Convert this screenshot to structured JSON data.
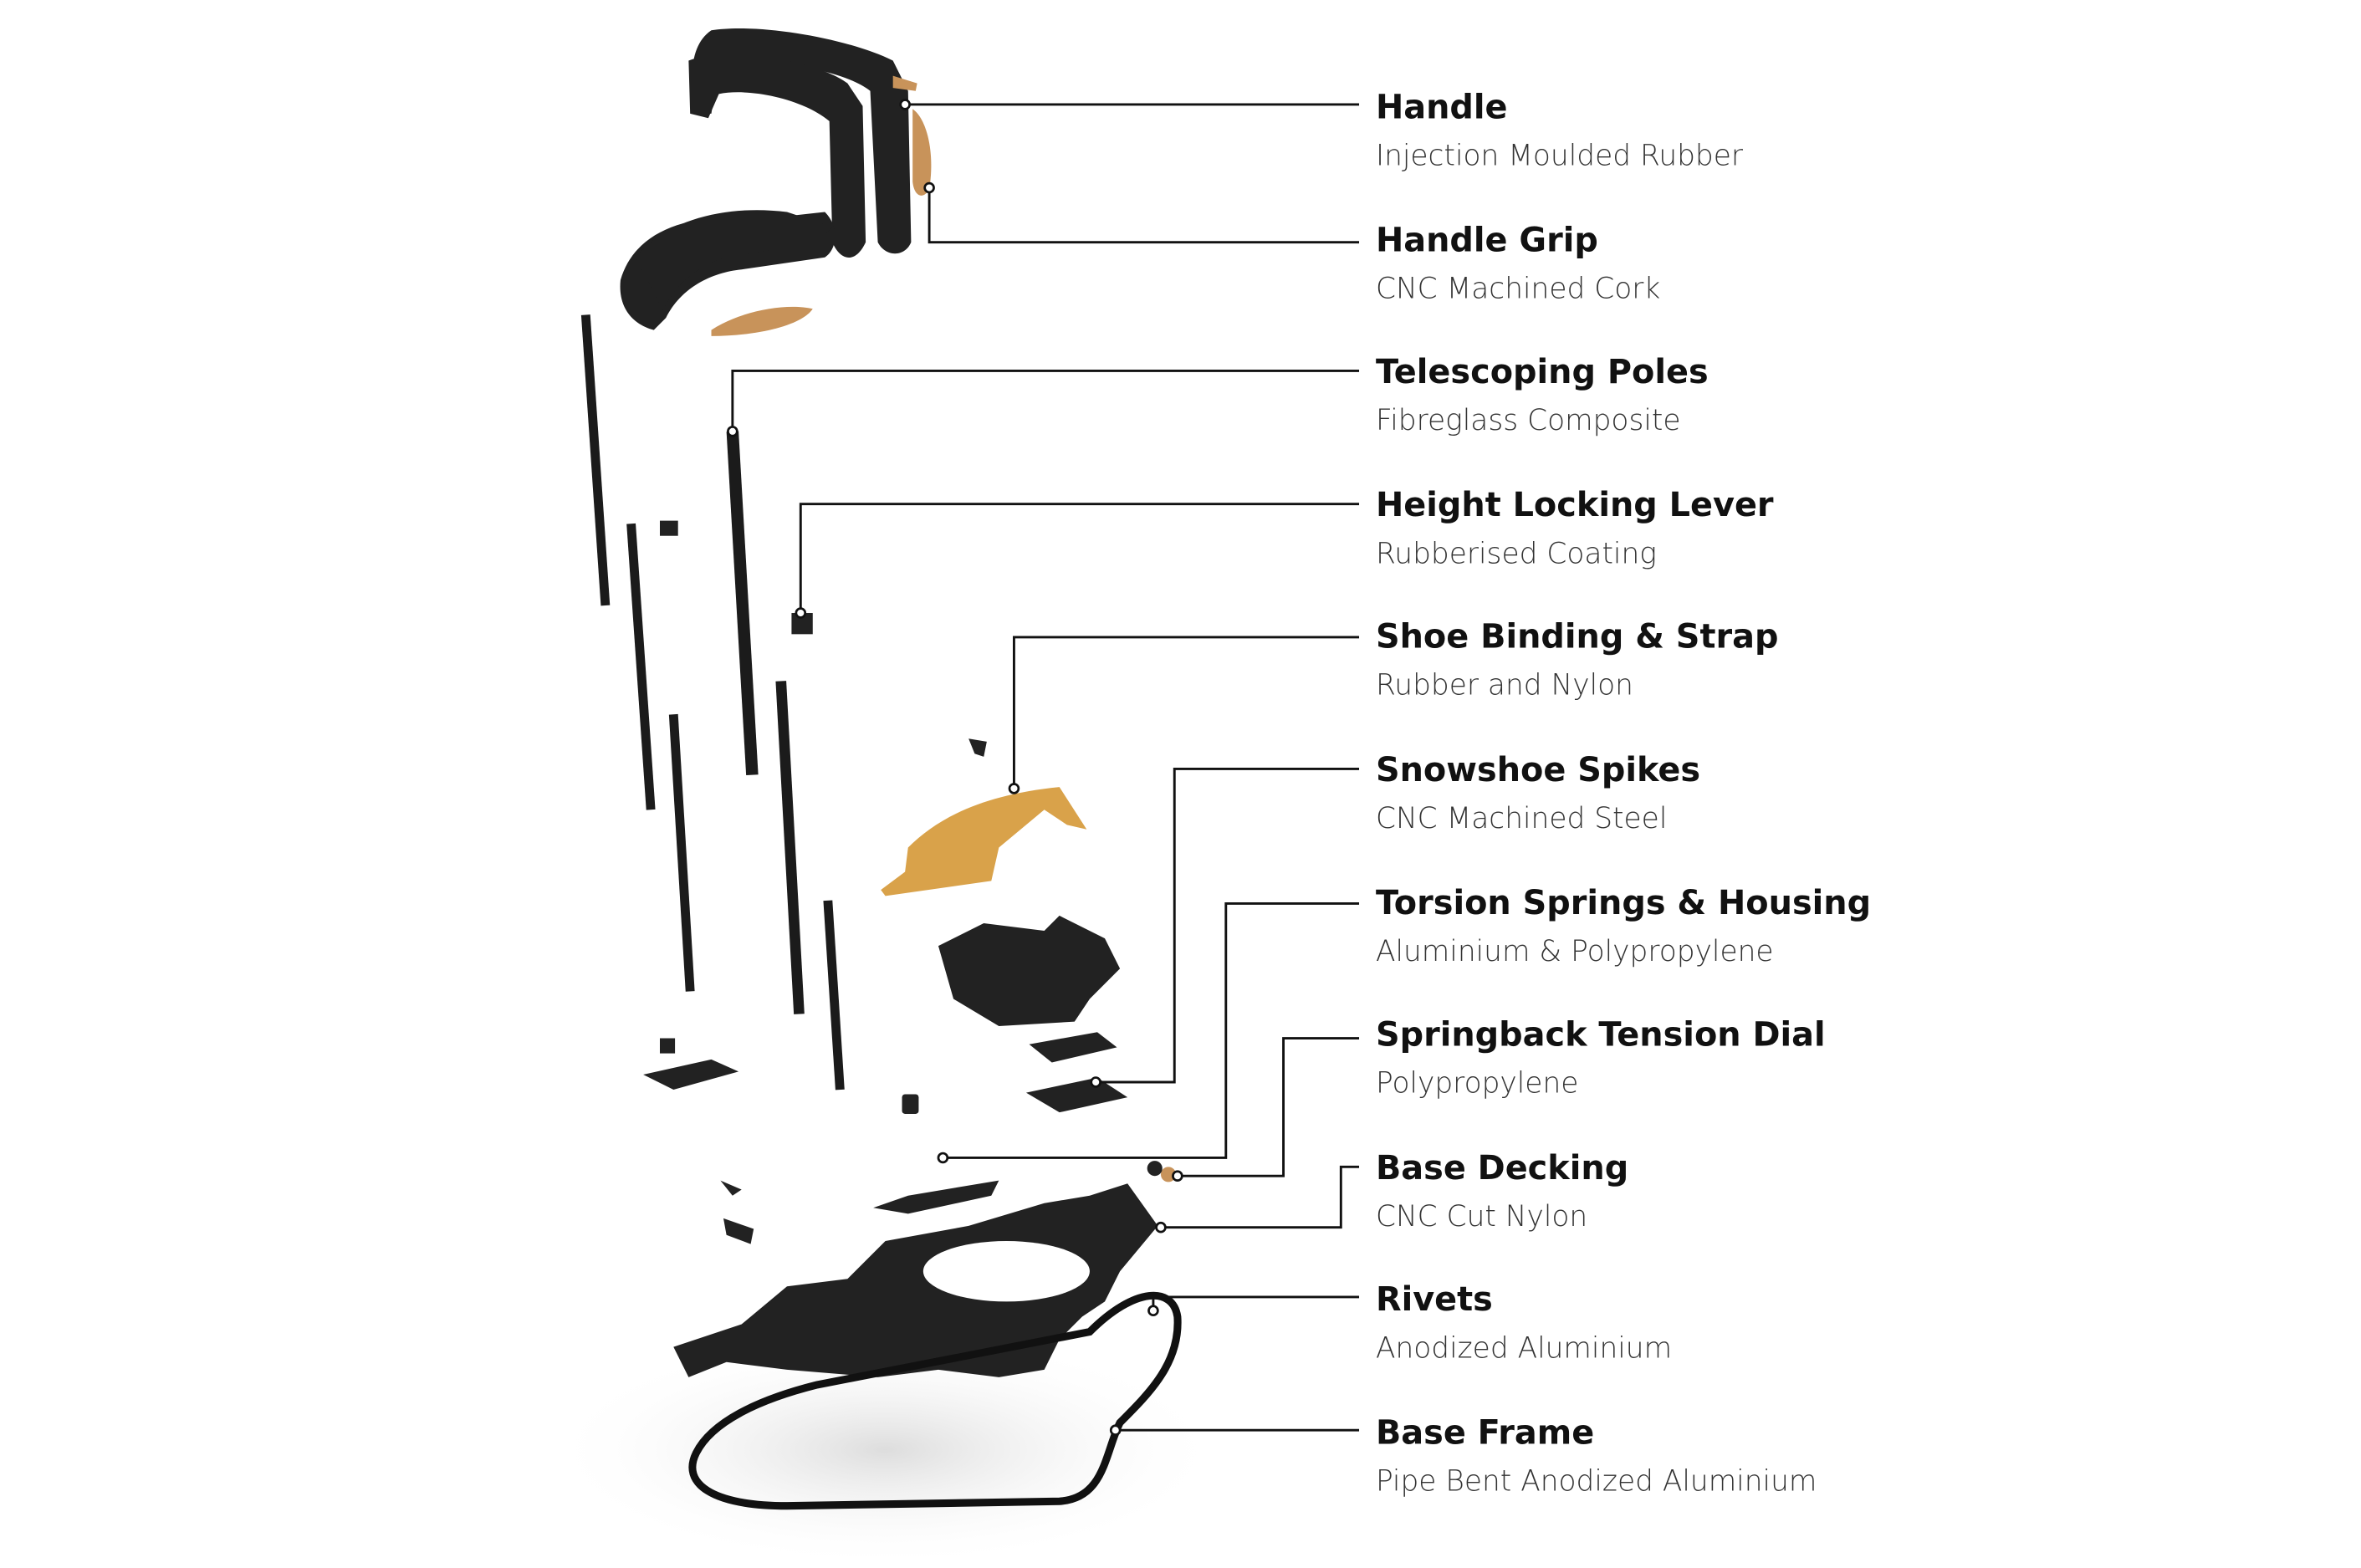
{
  "components": [
    {
      "name": "Handle",
      "material": "Injection Moulded Rubber"
    },
    {
      "name": "Handle Grip",
      "material": "CNC Machined Cork"
    },
    {
      "name": "Telescoping Poles",
      "material": "Fibreglass Composite"
    },
    {
      "name": "Height Locking Lever",
      "material": "Rubberised Coating"
    },
    {
      "name": "Shoe Binding & Strap",
      "material": "Rubber and Nylon"
    },
    {
      "name": "Snowshoe Spikes",
      "material": "CNC Machined Steel"
    },
    {
      "name": "Torsion Springs & Housing",
      "material": "Aluminium & Polypropylene"
    },
    {
      "name": "Springback Tension Dial",
      "material": "Polypropylene"
    },
    {
      "name": "Base Decking",
      "material": "CNC Cut Nylon"
    },
    {
      "name": "Rivets",
      "material": "Anodized Aluminium"
    },
    {
      "name": "Base Frame",
      "material": "Pipe Bent Anodized Aluminium"
    }
  ],
  "colors": {
    "part": "#222222",
    "cork": "#c8935a",
    "binding": "#d9a24a",
    "line": "#111111"
  }
}
